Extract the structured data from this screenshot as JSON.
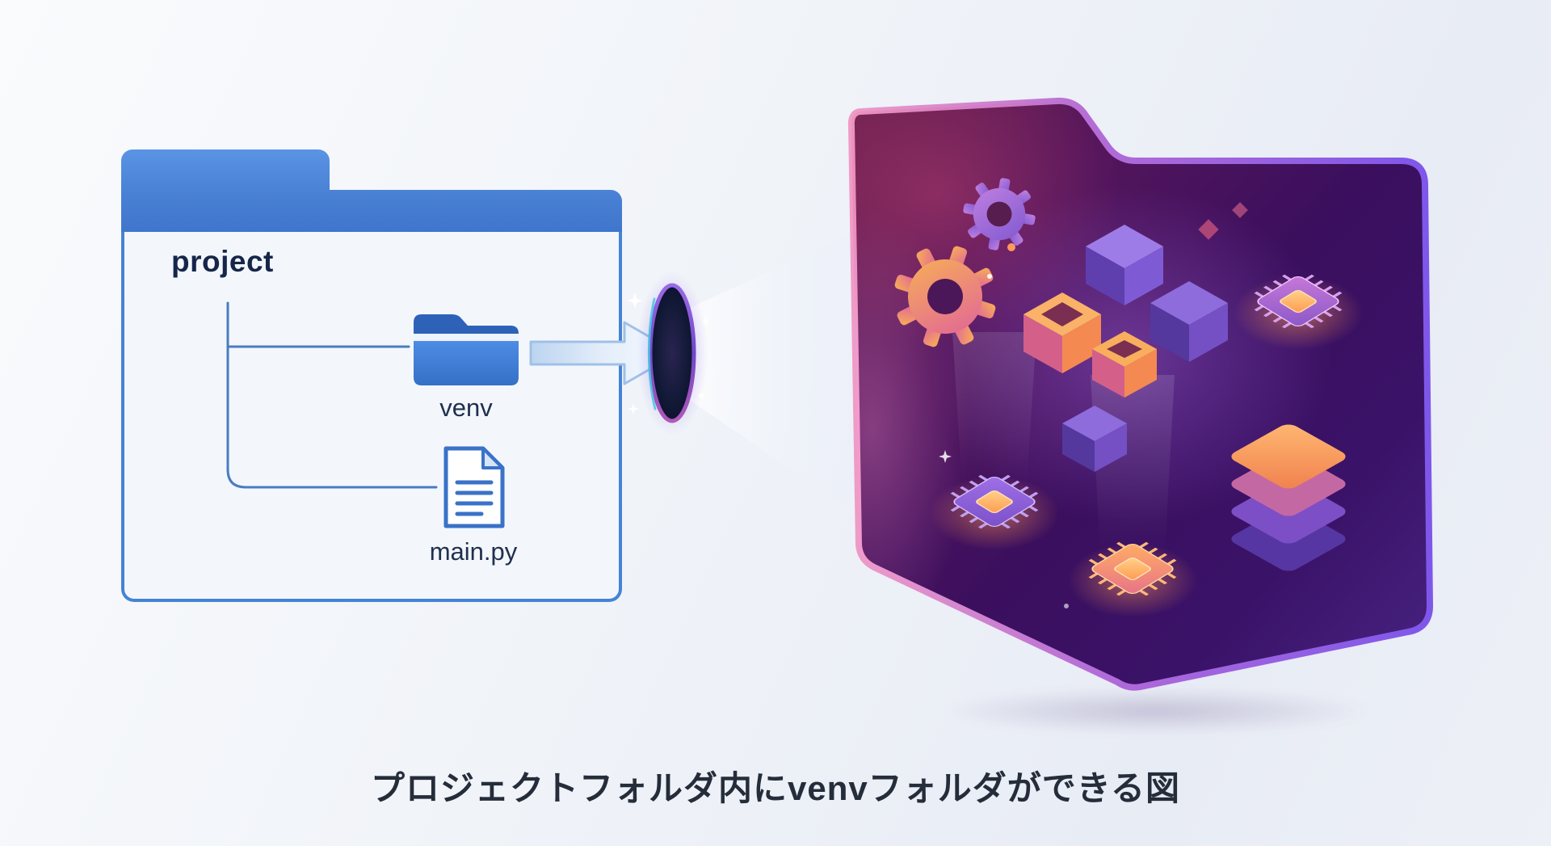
{
  "caption": "プロジェクトフォルダ内にvenvフォルダができる図",
  "left_folder": {
    "title": "project",
    "items": [
      {
        "label": "venv",
        "type": "folder"
      },
      {
        "label": "main.py",
        "type": "python-file"
      }
    ]
  },
  "right_folder": {
    "illustration": "venv-environment-contents",
    "icon_names": [
      "gear-icon",
      "isometric-cubes",
      "cpu-chip-icon",
      "server-stack-icon",
      "portal-icon",
      "arrow-right-icon"
    ]
  },
  "colors": {
    "left_folder_blue": "#4a82d6",
    "left_folder_body": "#f3f7fc",
    "tree_line": "#4a7cc0",
    "right_border_pink": "#ef9cc8",
    "right_border_purple": "#7e57ea",
    "right_fill_dark": "#3b0f5e",
    "caption_text": "#252d3a",
    "background": "#eef1f8"
  }
}
